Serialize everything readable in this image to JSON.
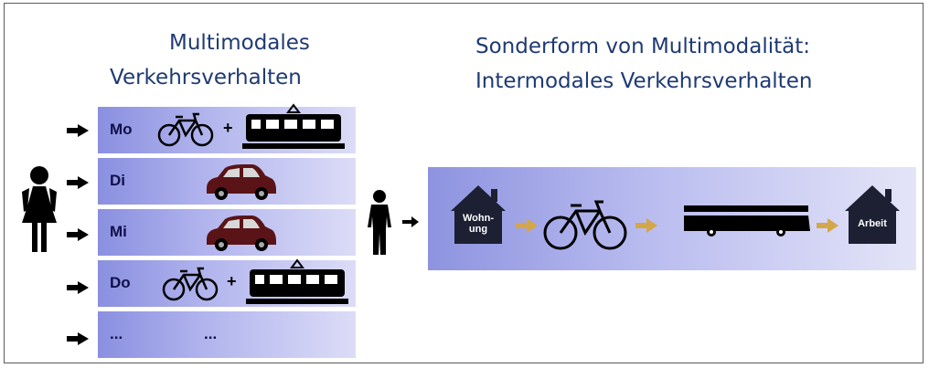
{
  "multimodal": {
    "title_line1": "Multimodales",
    "title_line2": "Verkehrsverhalten",
    "days": [
      {
        "label": "Mo",
        "modes": [
          "bicycle",
          "tram"
        ],
        "joiner": "+"
      },
      {
        "label": "Di",
        "modes": [
          "car"
        ],
        "joiner": ""
      },
      {
        "label": "Mi",
        "modes": [
          "car"
        ],
        "joiner": ""
      },
      {
        "label": "Do",
        "modes": [
          "bicycle",
          "tram"
        ],
        "joiner": "+"
      },
      {
        "label": "...",
        "modes": [
          "..."
        ],
        "joiner": ""
      }
    ]
  },
  "intermodal": {
    "title_line1": "Sonderform von Multimodalität:",
    "title_line2": "Intermodales Verkehrsverhalten",
    "start_label_line1": "Wohn-",
    "start_label_line2": "ung",
    "end_label": "Arbeit",
    "chain": [
      "house",
      "bicycle",
      "bus",
      "house"
    ]
  },
  "colors": {
    "band_dark": "#8a8fe0",
    "band_light": "#dcdcf7",
    "title_text": "#1f3a73",
    "connector_arrow": "#d4a64a",
    "car_body": "#5a1418"
  },
  "icons": [
    "woman-icon",
    "man-icon",
    "bicycle-icon",
    "tram-icon",
    "car-icon",
    "bus-icon",
    "house-icon",
    "arrow-right-icon"
  ]
}
